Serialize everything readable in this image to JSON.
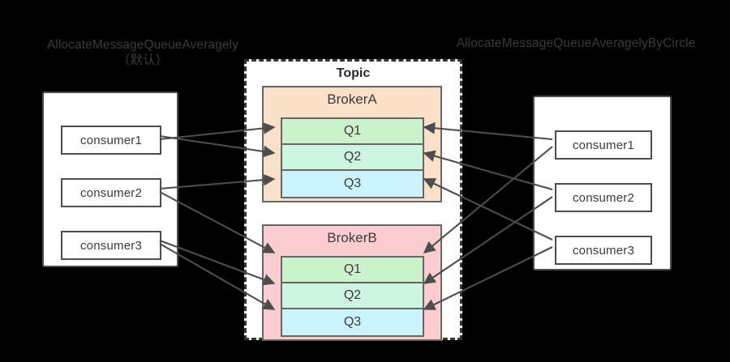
{
  "diagram": {
    "type": "rocketmq-consumer-queue-allocation",
    "background_color": "#000000"
  },
  "left_strategy": {
    "title": "AllocateMessageQueueAveragely",
    "subtitle": "（默认）",
    "panel_name": "left-consumer-group",
    "consumers": [
      {
        "label": "consumer1"
      },
      {
        "label": "consumer2"
      },
      {
        "label": "consumer3"
      }
    ],
    "assignments": [
      {
        "consumer": "consumer1",
        "targets": [
          "BrokerA.Q1",
          "BrokerA.Q2"
        ]
      },
      {
        "consumer": "consumer2",
        "targets": [
          "BrokerA.Q3",
          "BrokerB.Q1"
        ]
      },
      {
        "consumer": "consumer3",
        "targets": [
          "BrokerB.Q2",
          "BrokerB.Q3"
        ]
      }
    ]
  },
  "right_strategy": {
    "title": "AllocateMessageQueueAveragelyByCircle",
    "panel_name": "right-consumer-group",
    "consumers": [
      {
        "label": "consumer1"
      },
      {
        "label": "consumer2"
      },
      {
        "label": "consumer3"
      }
    ],
    "assignments": [
      {
        "consumer": "consumer1",
        "targets": [
          "BrokerA.Q1",
          "BrokerB.Q1"
        ]
      },
      {
        "consumer": "consumer2",
        "targets": [
          "BrokerA.Q2",
          "BrokerB.Q2"
        ]
      },
      {
        "consumer": "consumer3",
        "targets": [
          "BrokerA.Q3",
          "BrokerB.Q3"
        ]
      }
    ]
  },
  "topic": {
    "label": "Topic",
    "border_style": "dashed",
    "brokers": [
      {
        "label": "BrokerA",
        "color": "#fae0c8",
        "queues": [
          {
            "label": "Q1",
            "color": "#ccf2cc"
          },
          {
            "label": "Q2",
            "color": "#ccf5e2"
          },
          {
            "label": "Q3",
            "color": "#cbf3fb"
          }
        ]
      },
      {
        "label": "BrokerB",
        "color": "#fbcdd0",
        "queues": [
          {
            "label": "Q1",
            "color": "#ccf2cc"
          },
          {
            "label": "Q2",
            "color": "#ccf5e2"
          },
          {
            "label": "Q3",
            "color": "#cbf3fb"
          }
        ]
      }
    ]
  },
  "colors": {
    "arrow": "#4d4d4d",
    "box_border": "#4d4d4d",
    "text": "#3b3b3b",
    "title_text": "#3b3b3b"
  }
}
